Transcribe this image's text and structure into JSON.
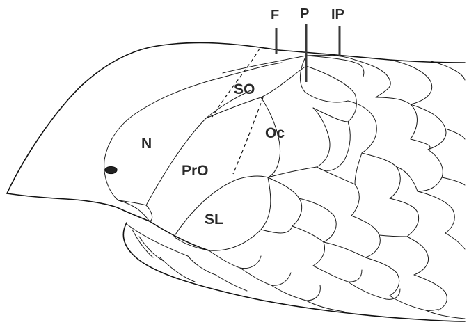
{
  "labels": {
    "frontal": "F",
    "parietal": "P",
    "interparietal": "IP",
    "supraocular": "SO",
    "nasal": "N",
    "ocular": "Oc",
    "preocular": "PrO",
    "supralabial": "SL"
  },
  "colors": {
    "ink": "#1a1a1a",
    "label": "#2a2a2a",
    "background": "#ffffff"
  }
}
